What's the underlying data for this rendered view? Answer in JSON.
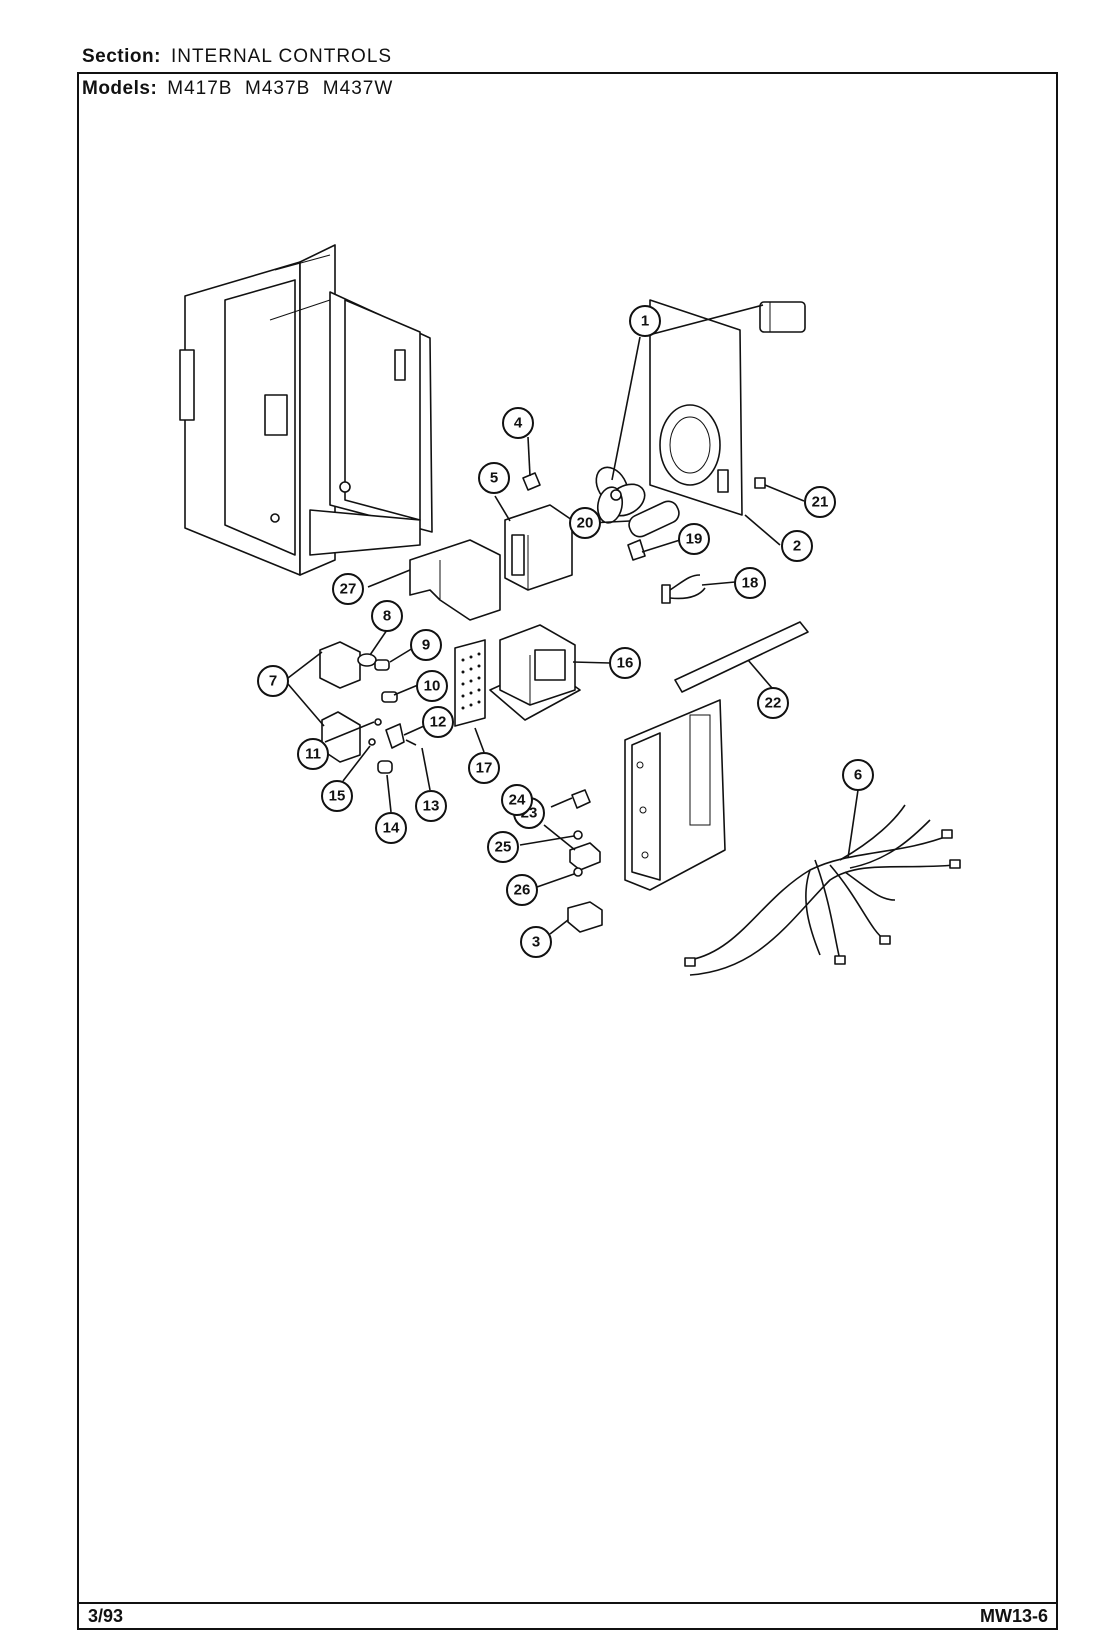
{
  "header": {
    "section_label": "Section:",
    "section_value": "INTERNAL CONTROLS",
    "models_label": "Models:",
    "models_value": "M417B  M437B  M437W"
  },
  "footer": {
    "date": "3/93",
    "code": "MW13-6"
  },
  "callouts": [
    "1",
    "2",
    "3",
    "4",
    "5",
    "6",
    "7",
    "8",
    "9",
    "10",
    "11",
    "12",
    "13",
    "14",
    "15",
    "16",
    "17",
    "18",
    "19",
    "20",
    "21",
    "22",
    "23",
    "24",
    "25",
    "26",
    "27"
  ]
}
